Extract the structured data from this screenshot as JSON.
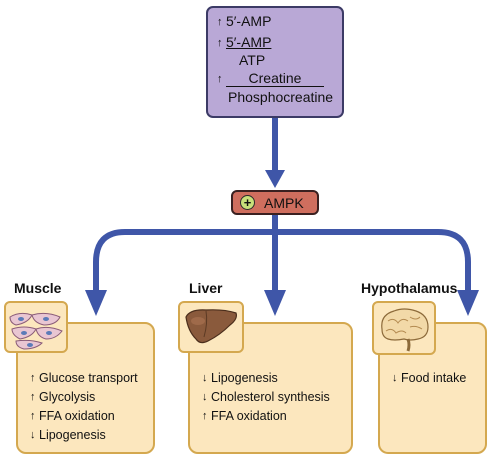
{
  "top_box": {
    "lines": [
      {
        "arrow": "up",
        "text": "5′-AMP"
      },
      {
        "arrow": "up",
        "text": "5′-AMP",
        "underline": true
      },
      {
        "arrow": "",
        "text": "ATP"
      },
      {
        "arrow": "up",
        "text": "Creatine",
        "underline": true
      },
      {
        "arrow": "",
        "text": "Phosphocreatine"
      }
    ]
  },
  "ampk": {
    "sign": "+",
    "label": "AMPK"
  },
  "targets": [
    {
      "heading": "Muscle",
      "icon": "muscle-cells-icon",
      "effects": [
        {
          "arrow": "up",
          "text": "Glucose transport"
        },
        {
          "arrow": "up",
          "text": "Glycolysis"
        },
        {
          "arrow": "up",
          "text": "FFA oxidation"
        },
        {
          "arrow": "down",
          "text": "Lipogenesis"
        }
      ]
    },
    {
      "heading": "Liver",
      "icon": "liver-icon",
      "effects": [
        {
          "arrow": "down",
          "text": "Lipogenesis"
        },
        {
          "arrow": "down",
          "text": "Cholesterol synthesis"
        },
        {
          "arrow": "up",
          "text": "FFA oxidation"
        }
      ]
    },
    {
      "heading": "Hypothalamus",
      "icon": "brain-icon",
      "effects": [
        {
          "arrow": "down",
          "text": "Food intake"
        }
      ]
    }
  ],
  "colors": {
    "arrow_blue": "#3f56a8",
    "top_box_fill": "#b9a8d6",
    "ampk_fill": "#cf6e5e",
    "panel_fill": "#fce7be",
    "panel_border": "#d4a84f"
  },
  "glyphs": {
    "up": "↑",
    "down": "↓"
  }
}
